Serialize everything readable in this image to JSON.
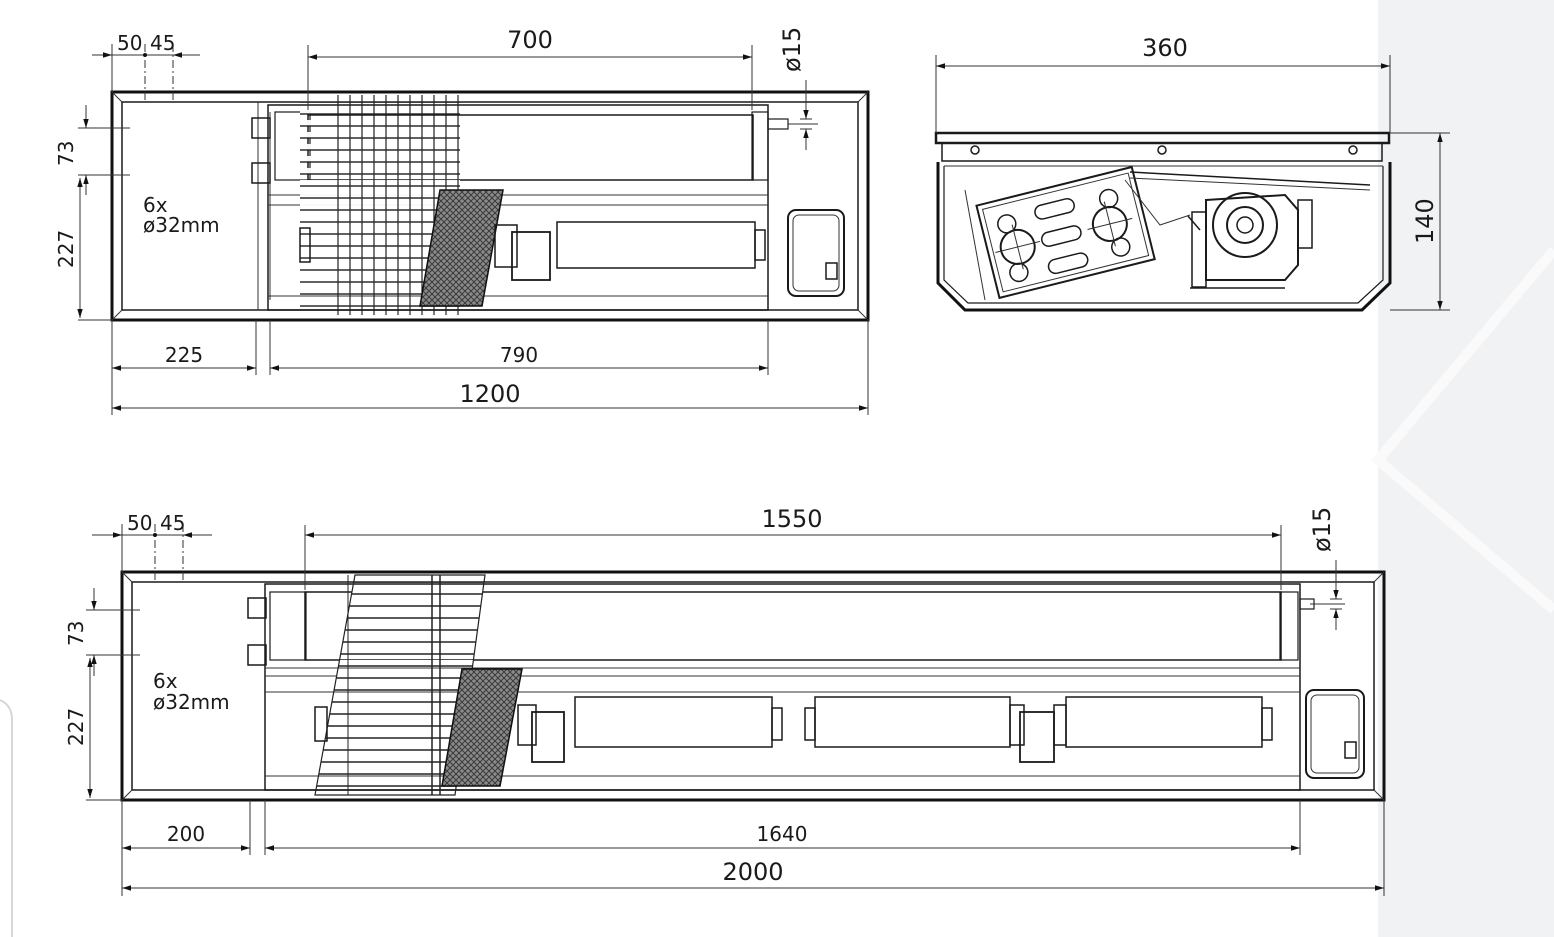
{
  "side_panel_color": "#f1f2f4",
  "top_view": {
    "dim_50": "50",
    "dim_45": "45",
    "dim_700": "700",
    "dim_d15": "ø15",
    "dim_73": "73",
    "dim_227": "227",
    "note_count": "6x",
    "note_diameter": "ø32mm",
    "dim_225": "225",
    "dim_790": "790",
    "dim_1200": "1200"
  },
  "section_view": {
    "dim_360": "360",
    "dim_140": "140"
  },
  "bottom_view": {
    "dim_50": "50",
    "dim_45": "45",
    "dim_1550": "1550",
    "dim_d15": "ø15",
    "dim_73": "73",
    "dim_227": "227",
    "note_count": "6x",
    "note_diameter": "ø32mm",
    "dim_200": "200",
    "dim_1640": "1640",
    "dim_2000": "2000"
  }
}
